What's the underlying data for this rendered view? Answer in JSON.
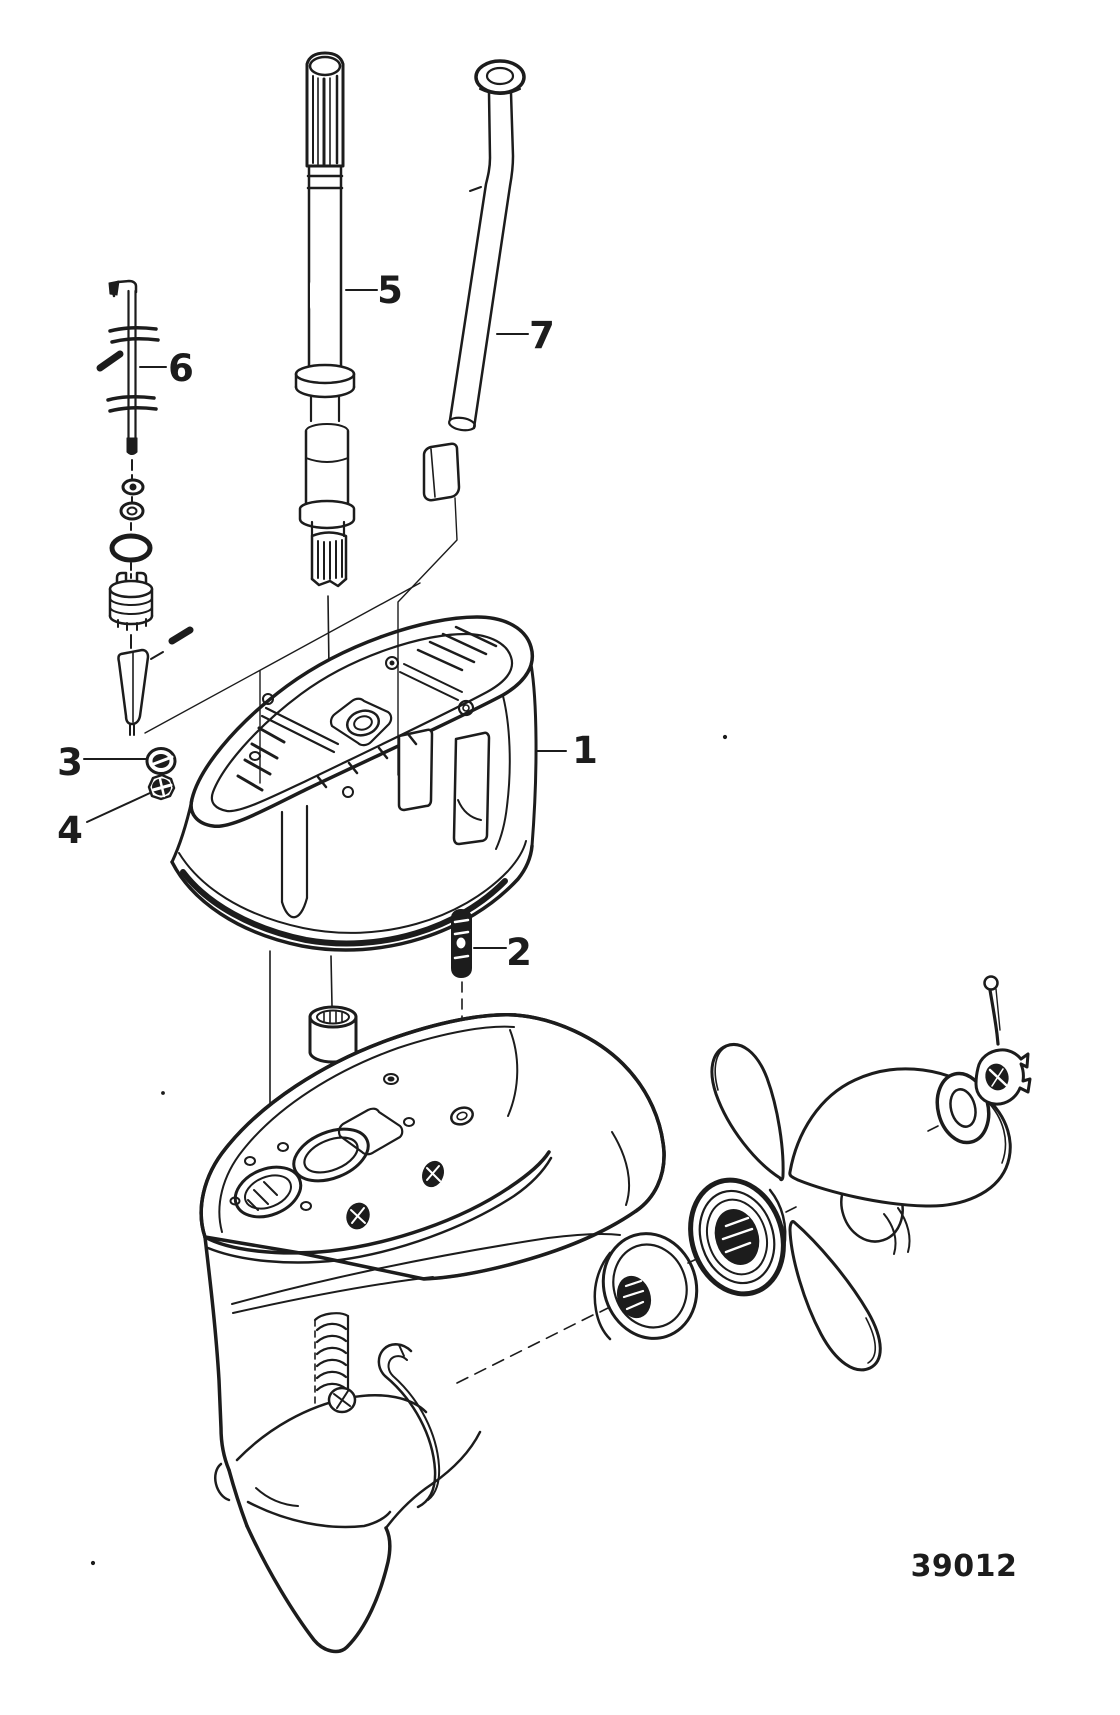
{
  "figure_number": "39012",
  "callouts": [
    {
      "label": "1"
    },
    {
      "label": "2"
    },
    {
      "label": "3"
    },
    {
      "label": "4"
    },
    {
      "label": "5"
    },
    {
      "label": "6"
    },
    {
      "label": "7"
    }
  ],
  "colors": {
    "ink": "#1c1c1c",
    "paper": "#ffffff"
  }
}
